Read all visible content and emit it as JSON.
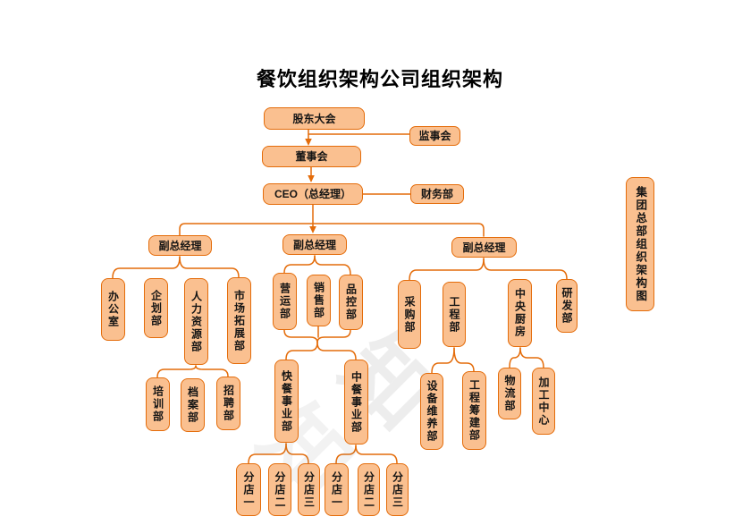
{
  "title": "餐饮组织架构公司组织架构",
  "side_label": "集团总部组织架构图",
  "watermark": {
    "text": "知"
  },
  "colors": {
    "node_fill": "#FAC090",
    "node_border": "#E46C0A",
    "connector": "#E46C0A",
    "text": "#151515"
  },
  "nodes": {
    "shareholders": "股东大会",
    "supervisory": "监事会",
    "board": "董事会",
    "ceo": "CEO（总经理）",
    "finance": "财务部",
    "vp_left": "副总经理",
    "vp_center": "副总经理",
    "vp_right": "副总经理",
    "office": "办公室",
    "planning": "企划部",
    "hr": "人力资源部",
    "market": "市场拓展部",
    "training": "培训部",
    "archives": "档案部",
    "recruiting": "招聘部",
    "operations": "营运部",
    "sales": "销售部",
    "quality": "品控部",
    "fastfood": "快餐事业部",
    "chinesefood": "中餐事业部",
    "purchasing": "采购部",
    "engineering": "工程部",
    "kitchen": "中央厨房",
    "rnd": "研发部",
    "equipment": "设备维养部",
    "construction": "工程筹建部",
    "logistics": "物流部",
    "processing": "加工中心",
    "branch1a": "分店一",
    "branch2a": "分店二",
    "branch3a": "分店三",
    "branch1b": "分店一",
    "branch2b": "分店二",
    "bran3b_label": "分店三"
  }
}
